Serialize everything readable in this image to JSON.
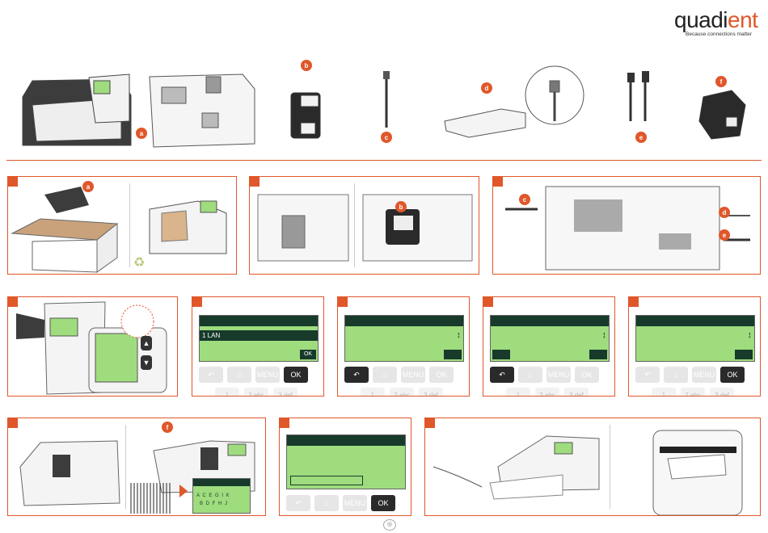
{
  "logo": {
    "word_a": "quadi",
    "word_b": "ent",
    "tagline": "Because connections matter"
  },
  "components": {
    "labels": [
      "a",
      "b",
      "c",
      "d",
      "e",
      "f"
    ]
  },
  "steps": {
    "step2": {
      "screen_item": "1 LAN",
      "screen_ok": "OK"
    },
    "keys": {
      "back": "↶",
      "home": "⌂",
      "menu": "MENU",
      "ok": "OK"
    },
    "numkeys": [
      "1",
      "2 abc",
      "3 def"
    ],
    "alphabet_top": "A C E G I K",
    "alphabet_bottom": "B D F H J"
  },
  "colors": {
    "accent": "#e0572a",
    "screen": "#9fdc7e",
    "screen_dark": "#173a2b"
  },
  "icons": [
    "recycle-icon",
    "arrow-right-icon",
    "arrow-up-icon",
    "arrow-down-icon",
    "scroll-arrow-icon"
  ]
}
